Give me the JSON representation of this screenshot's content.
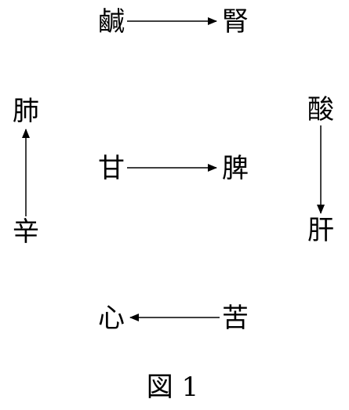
{
  "diagram": {
    "nodes": {
      "kan": "鹹",
      "jin": "腎",
      "hai": "肺",
      "san": "酸",
      "kanmi": "甘",
      "hi": "脾",
      "shin_taste": "辛",
      "kan_liver": "肝",
      "shin": "心",
      "ku": "苦"
    },
    "edges": [
      {
        "from": "鹹",
        "to": "腎"
      },
      {
        "from": "甘",
        "to": "脾"
      },
      {
        "from": "苦",
        "to": "心"
      },
      {
        "from": "辛",
        "to": "肺"
      },
      {
        "from": "酸",
        "to": "肝"
      }
    ],
    "caption": "図 1"
  }
}
